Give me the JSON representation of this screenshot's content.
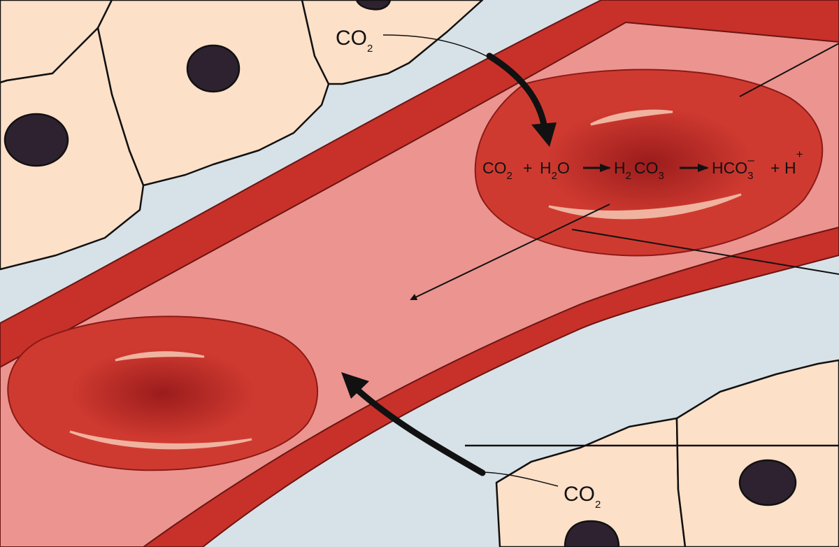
{
  "colors": {
    "tissue_fluid": "#d7e2e8",
    "cell_fill": "#fde0c8",
    "nucleus": "#2e2230",
    "vessel_wall": "#c8302a",
    "plasma": "#ec9490",
    "rbc_fill": "#cf3a30",
    "rbc_center": "#9b1c1c",
    "rbc_highlight": "#f0b3a0"
  },
  "labels": {
    "co2_top": {
      "main": "CO",
      "sub": "2"
    },
    "co2_bottom": {
      "main": "CO",
      "sub": "2"
    }
  },
  "equation": {
    "term1": {
      "main": "CO",
      "sub": "2"
    },
    "plus1": "+",
    "term2": {
      "pre": "H",
      "sub": "2",
      "post": "O"
    },
    "term3": {
      "pre": "H",
      "sub1": "2",
      "mid": "CO",
      "sub2": "3"
    },
    "term4": {
      "main": "HCO",
      "sub": "3",
      "sup": "–"
    },
    "plus2": "+",
    "term5": {
      "main": "H",
      "sup": "+"
    }
  }
}
